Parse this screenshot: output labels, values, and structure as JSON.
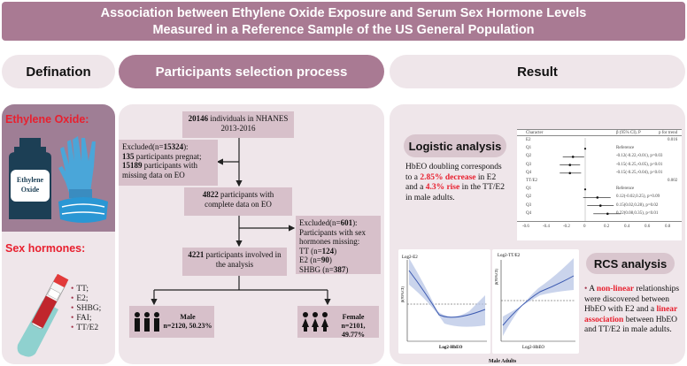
{
  "title": {
    "line1": "Association between Ethylene Oxide Exposure and Serum Sex Hormone Levels",
    "line2": "Measured in a Reference Sample of the US General Population"
  },
  "headers": {
    "defination": "Defination",
    "selection": "Participants selection process",
    "result": "Result"
  },
  "left": {
    "eo_label": "Ethylene Oxide:",
    "bottle_text_1": "Ethylene",
    "bottle_text_2": "Oxide",
    "sex_label": "Sex hormones:",
    "hormones": [
      "TT;",
      "E2;",
      "SHBG;",
      "FAI;",
      "TT/E2"
    ]
  },
  "flow": {
    "box1_count": "20146",
    "box1_rest": " individuals in NHANES 2013-2016",
    "excl1_head": "Excluded(n=",
    "excl1_n": "15324",
    "excl1_tail": "):",
    "excl1_a_n": "135",
    "excl1_a": " participants pregnat;",
    "excl1_b_n": "15189",
    "excl1_b": " participants with missing data on EO",
    "box2_count": "4822",
    "box2_rest": " participants with complete data on EO",
    "excl2_head": "Excluded(n=",
    "excl2_n": "601",
    "excl2_tail": "):",
    "excl2_desc": "Participants with sex hormones missing:",
    "excl2_tt": "TT (n=",
    "excl2_tt_n": "124",
    "excl2_e2": "E2 (n=",
    "excl2_e2_n": "90",
    "excl2_shbg": "SHBG (n=",
    "excl2_shbg_n": "387",
    "close_paren": ")",
    "box3_count": "4221",
    "box3_rest": " participants involved in the analysis",
    "male_label": "Male",
    "male_n": "n=2120, 50.23%",
    "female_label": "Female",
    "female_n": "n=2101, 49.77%"
  },
  "result": {
    "logistic_label": "Logistic analysis",
    "logistic_text_1": "HbEO doubling corresponds to a ",
    "logistic_red_1": "2.85% decrease",
    "logistic_text_2": " in E2 and a ",
    "logistic_red_2": "4.3% rise",
    "logistic_text_3": " in the TT/E2 in male adults.",
    "forest": {
      "col1": "Character",
      "col2": "β (95% CI), P",
      "col3": "p for trend",
      "rows": [
        {
          "label": "E2",
          "value": "",
          "trend": "0.016"
        },
        {
          "label": "Q1",
          "value": "Reference",
          "trend": ""
        },
        {
          "label": "Q2",
          "value": "-0.12(-0.22,-0.01), p=0.03",
          "trend": ""
        },
        {
          "label": "Q3",
          "value": "-0.15(-0.25,-0.05), p<0.01",
          "trend": ""
        },
        {
          "label": "Q4",
          "value": "-0.15(-0.25,-0.04), p<0.01",
          "trend": ""
        },
        {
          "label": "TT/E2",
          "value": "",
          "trend": "0.002"
        },
        {
          "label": "Q1",
          "value": "Reference",
          "trend": ""
        },
        {
          "label": "Q2",
          "value": "0.12(-0.02,0.25), p=0.09",
          "trend": ""
        },
        {
          "label": "Q3",
          "value": "0.15(0.02,0.28), p=0.02",
          "trend": ""
        },
        {
          "label": "Q4",
          "value": "0.22(0.08,0.35), p<0.01",
          "trend": ""
        }
      ],
      "xticks": [
        "-0.6",
        "-0.4",
        "-0.2",
        "0",
        "0.2",
        "0.4",
        "0.6",
        "0.8"
      ]
    },
    "rcs_label": "RCS analysis",
    "rcs_text_1": "A ",
    "rcs_red_1": "non-linear",
    "rcs_text_2": " relationships were discovered between HbEO with E2 and a ",
    "rcs_red_2": "linear association",
    "rcs_text_3": " between HbEO and TT/E2 in male adults.",
    "plot1_ylabel": "Log2-E2",
    "plot1_xlabel": "Log2-HbEO",
    "plot1_yaxis": "β(95%CI)",
    "plot2_ylabel": "Log2-TT/E2",
    "plot2_xlabel": "Log2-HbEO",
    "plot2_yaxis": "β(95%CI)",
    "male_adults": "Male Adults"
  }
}
